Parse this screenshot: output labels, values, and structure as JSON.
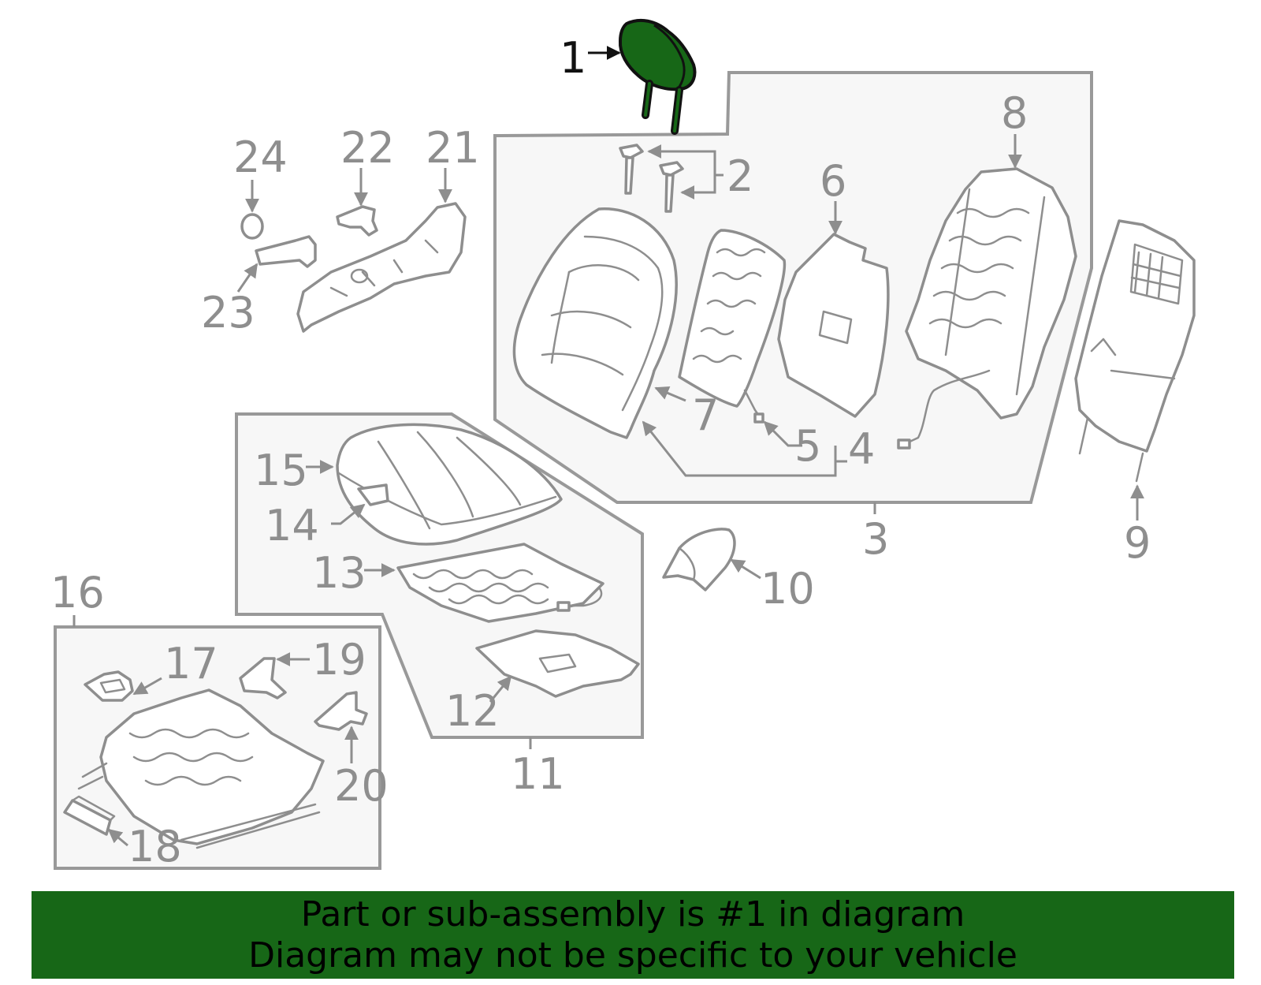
{
  "highlight_color": "#176717",
  "banner": {
    "line1": "Part or sub-assembly is #1 in diagram",
    "line2": "Diagram may not be specific to your vehicle"
  },
  "callouts": {
    "c1": "1",
    "c2": "2",
    "c3": "3",
    "c4": "4",
    "c5": "5",
    "c6": "6",
    "c7": "7",
    "c8": "8",
    "c9": "9",
    "c10": "10",
    "c11": "11",
    "c12": "12",
    "c13": "13",
    "c14": "14",
    "c15": "15",
    "c16": "16",
    "c17": "17",
    "c18": "18",
    "c19": "19",
    "c20": "20",
    "c21": "21",
    "c22": "22",
    "c23": "23",
    "c24": "24"
  }
}
